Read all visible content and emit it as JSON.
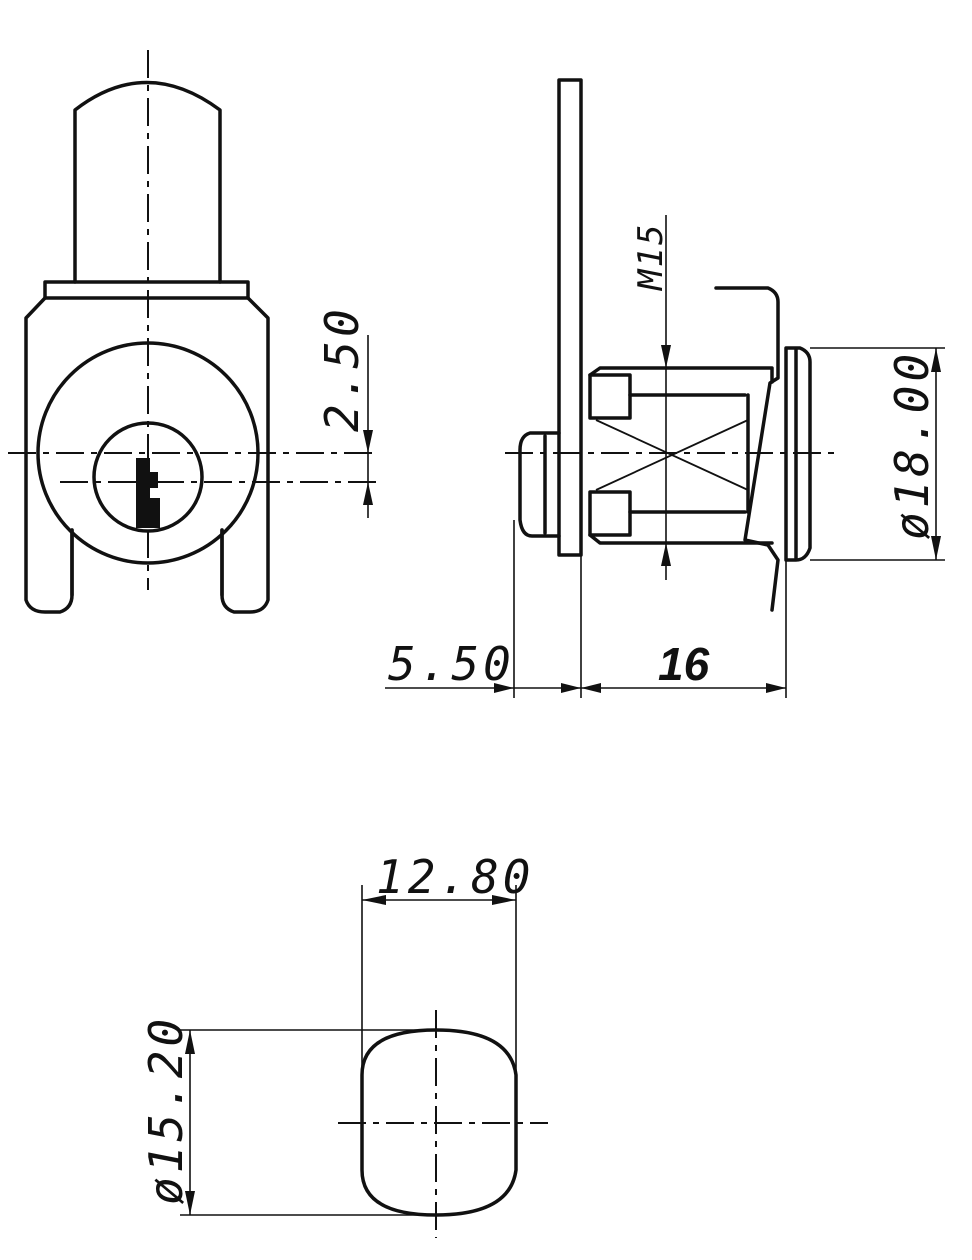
{
  "dimensions": {
    "offset_2_50": "2.50",
    "thread_m15": "M15",
    "diameter_18": "ø18.00",
    "length_5_50": "5.50",
    "length_16": "16",
    "width_12_80": "12.80",
    "diameter_15_20": "ø15.20"
  }
}
